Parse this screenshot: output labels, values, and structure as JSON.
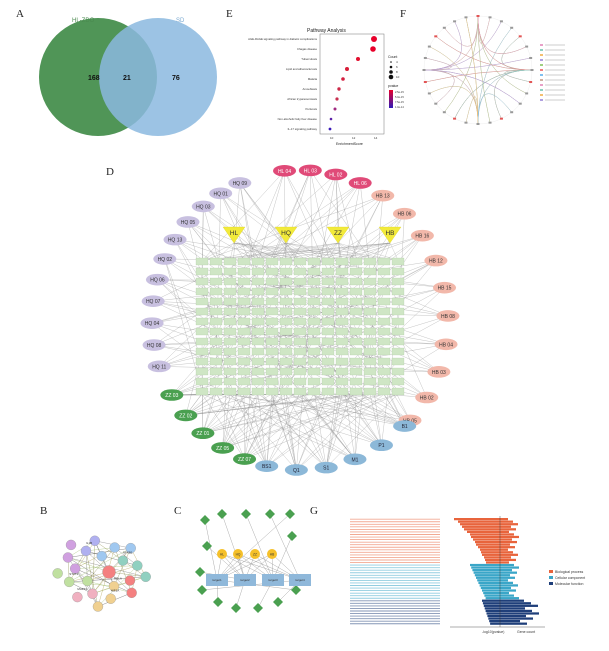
{
  "panels": {
    "a": "A",
    "b": "B",
    "c": "C",
    "d": "D",
    "e": "E",
    "f": "F",
    "g": "G"
  },
  "venn": {
    "left_label": "HL-ZDO",
    "right_label": "SD",
    "left_only": "168",
    "overlap": "21",
    "right_only": "76",
    "colors": {
      "left": "#3d8a45",
      "right": "#8bb8df"
    }
  },
  "pathway": {
    "title": "Pathway Analysis",
    "xlabel": "EnrichmentScore",
    "pathways": [
      "AGE-RAGE signaling pathway in diabetic complications",
      "Chagas disease",
      "Tuberculosis",
      "Lipid and atherosclerosis",
      "Malaria",
      "Amoebiasis",
      "African trypanosomiasis",
      "Pertussis",
      "Non-alcoholic fatty liver disease",
      "IL-17 signaling pathway"
    ],
    "legend_count_title": "Count",
    "count_levels": [
      "4",
      "6",
      "8",
      "10"
    ],
    "legend_p_title": "pvalue",
    "p_levels": [
      "2.5e-15",
      "5.0e-15",
      "7.5e-15",
      "1.0e-14"
    ],
    "xticks": [
      "10",
      "12",
      "14"
    ]
  },
  "network_d": {
    "herbs": [
      "HL",
      "HQ",
      "ZZ",
      "HB"
    ],
    "hl_nodes": [
      "HL 04",
      "HL 03",
      "HL 02",
      "HL 06"
    ],
    "hq_nodes": [
      "HQ 09",
      "HQ 01",
      "HQ 03",
      "HQ 05",
      "HQ 13",
      "HQ 02",
      "HQ 06",
      "HQ 07",
      "HQ 04",
      "HQ 08",
      "HQ 11"
    ],
    "hb_nodes": [
      "HB 13",
      "HB 06",
      "HB 16",
      "HB 12",
      "HB 15",
      "HB 08",
      "HB 04",
      "HB 03",
      "HB 02",
      "HB 05"
    ],
    "zz_nodes": [
      "ZZ 03",
      "ZZ 02",
      "ZZ 01",
      "ZZ 05",
      "ZZ 07"
    ],
    "other_nodes": [
      "BS1",
      "Q1",
      "S1",
      "M1",
      "P1",
      "B1"
    ]
  },
  "go": {
    "legend": [
      "Biological process",
      "Cellular component",
      "Molecular function"
    ],
    "colors": {
      "bp": "#e8643c",
      "cc": "#3aa6c8",
      "mf": "#1f3f7a"
    },
    "xlabel_left": "-log10(pvalue)",
    "xlabel_right": "Gene count"
  },
  "ppi": {
    "labels": [
      "RELA",
      "IL1B",
      "HIF1A",
      "NFKB1",
      "MAPK1",
      "STAT3"
    ]
  },
  "network_c": {
    "herbs": [
      "HL",
      "HQ",
      "ZZ",
      "HB"
    ],
    "targets": [
      "target1",
      "target2",
      "target3",
      "target4"
    ]
  }
}
